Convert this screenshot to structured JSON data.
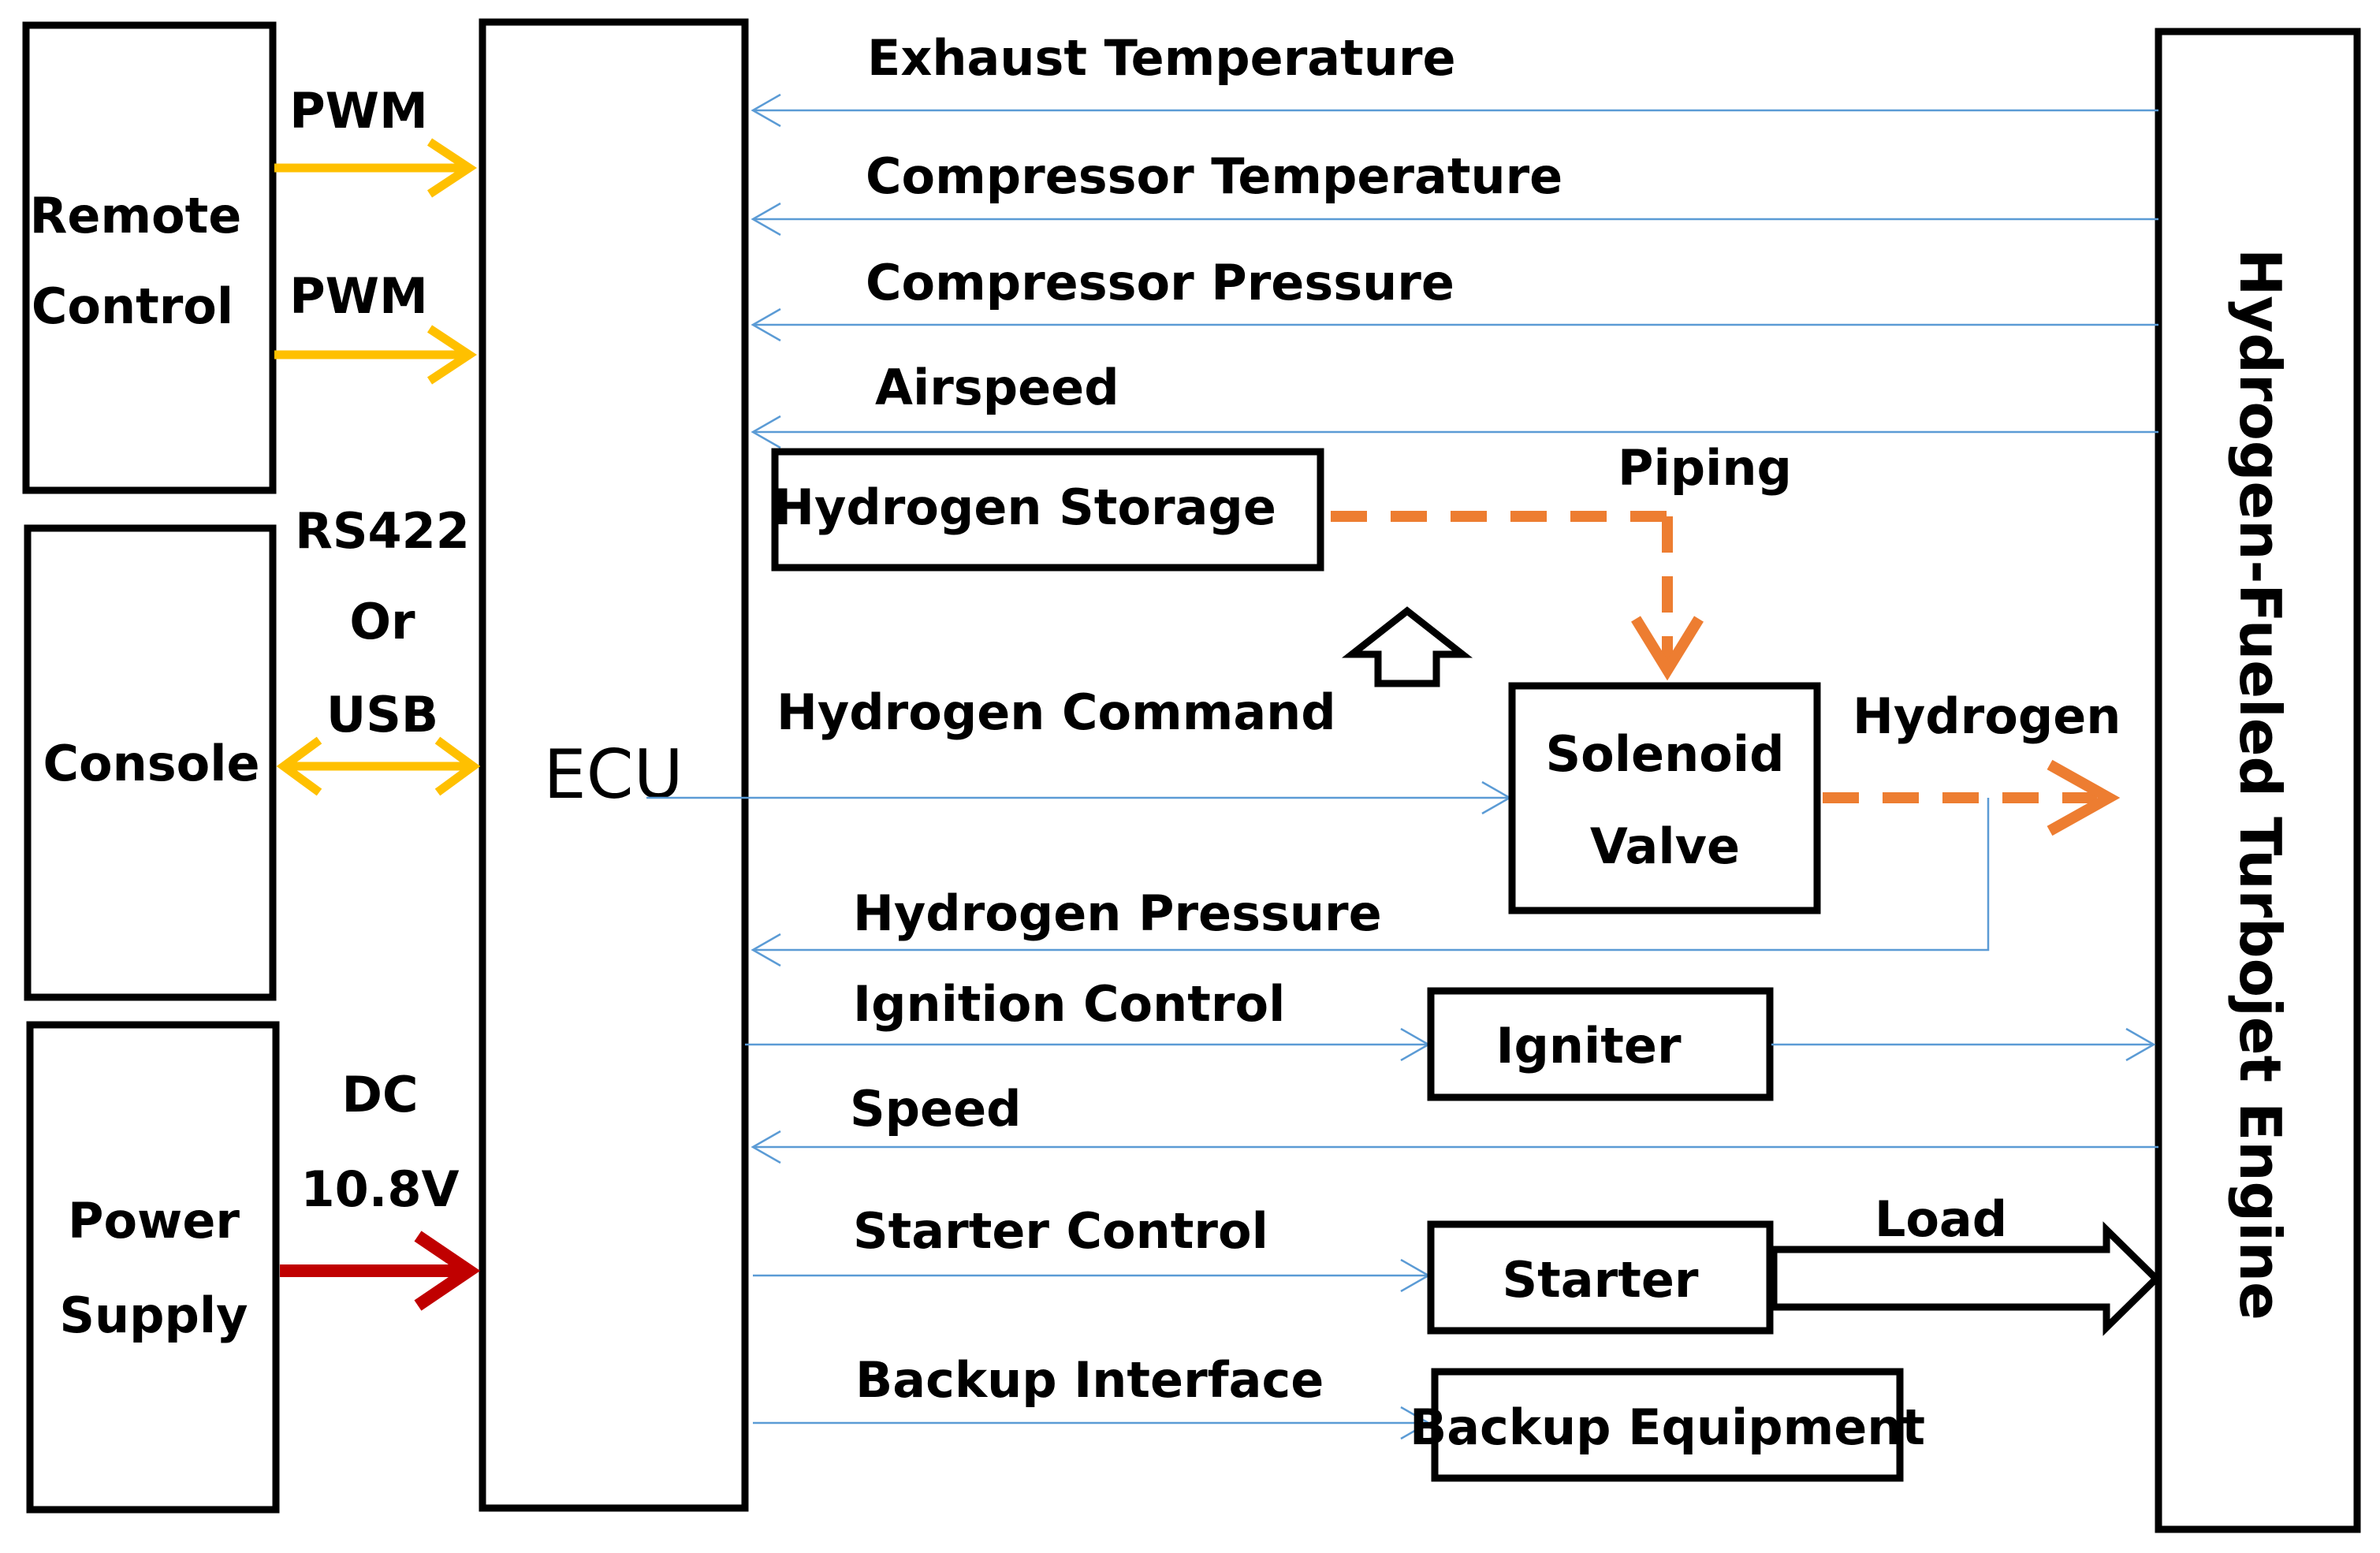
{
  "blocks": {
    "remote_control": [
      "Remote",
      "Control"
    ],
    "console": "Console",
    "power_supply": [
      "Power",
      "Supply"
    ],
    "ecu": "ECU",
    "engine": "Hydrogen-Fueled Turbojet Engine",
    "hydrogen_storage": "Hydrogen Storage",
    "solenoid_valve": [
      "Solenoid",
      "Valve"
    ],
    "igniter": "Igniter",
    "starter": "Starter",
    "backup_equipment": "Backup Equipment"
  },
  "links": {
    "pwm_1": "PWM",
    "pwm_2": "PWM",
    "console_link": [
      "RS422",
      "Or",
      "USB"
    ],
    "power_link": [
      "DC",
      "10.8V"
    ],
    "exhaust_temperature": "Exhaust Temperature",
    "compressor_temperature": "Compressor Temperature",
    "compressor_pressure": "Compressor Pressure",
    "airspeed": "Airspeed",
    "piping": "Piping",
    "hydrogen_command": "Hydrogen Command",
    "hydrogen": "Hydrogen",
    "hydrogen_pressure": "Hydrogen Pressure",
    "ignition_control": "Ignition Control",
    "speed": "Speed",
    "starter_control": "Starter Control",
    "load": "Load",
    "backup_interface": "Backup Interface"
  },
  "colors": {
    "signal_line": "#5b9bd5",
    "pwm_arrow": "#ffc000",
    "hydrogen_flow": "#ed7d31",
    "power_arrow": "#c00000",
    "box_border": "#000000"
  }
}
